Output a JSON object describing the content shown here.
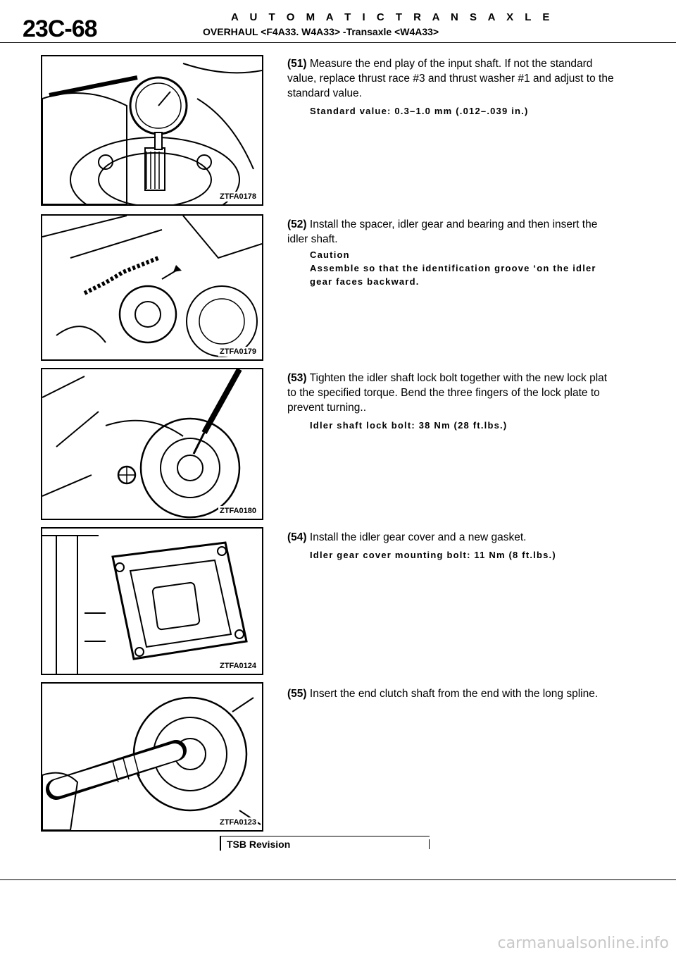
{
  "header": {
    "page_number": "23C-68",
    "title": "A U T O M A T I C T R A N S A X L E",
    "subtitle": "OVERHAUL <F4A33. W4A33> -Transaxle <W4A33>"
  },
  "figures": [
    {
      "label": "ZTFA0178"
    },
    {
      "label": "ZTFA0179"
    },
    {
      "label": "ZTFA0180"
    },
    {
      "label": "ZTFA0124"
    },
    {
      "label": "ZTFA0123"
    }
  ],
  "steps": [
    {
      "number": "(51)",
      "text": "Measure the end play of the input shaft. If not the standard value, replace thrust race #3 and thrust washer #1 and adjust to the standard value.",
      "spec": "Standard value: 0.3–1.0 mm (.012–.039 in.)"
    },
    {
      "number": "(52)",
      "text": "Install the spacer, idler gear and bearing and then insert the idler shaft.",
      "caution_title": "Caution",
      "caution_text": "Assemble so that the identification groove ‘on the idler gear faces backward."
    },
    {
      "number": "(53)",
      "text": "Tighten the idler shaft lock bolt together with the new lock plat to the specified torque. Bend the three fingers of the lock plate to prevent turning..",
      "spec": "Idler shaft lock bolt: 38 Nm (28 ft.lbs.)"
    },
    {
      "number": "(54)",
      "text": "Install the idler gear cover and a new gasket.",
      "spec": "Idler gear cover mounting bolt: 11 Nm (8 ft.lbs.)"
    },
    {
      "number": "(55)",
      "text": "Insert the end clutch shaft from the end with the long spline."
    }
  ],
  "footer": {
    "tsb": "TSB Revision"
  },
  "watermark": "carmanualsonline.info"
}
